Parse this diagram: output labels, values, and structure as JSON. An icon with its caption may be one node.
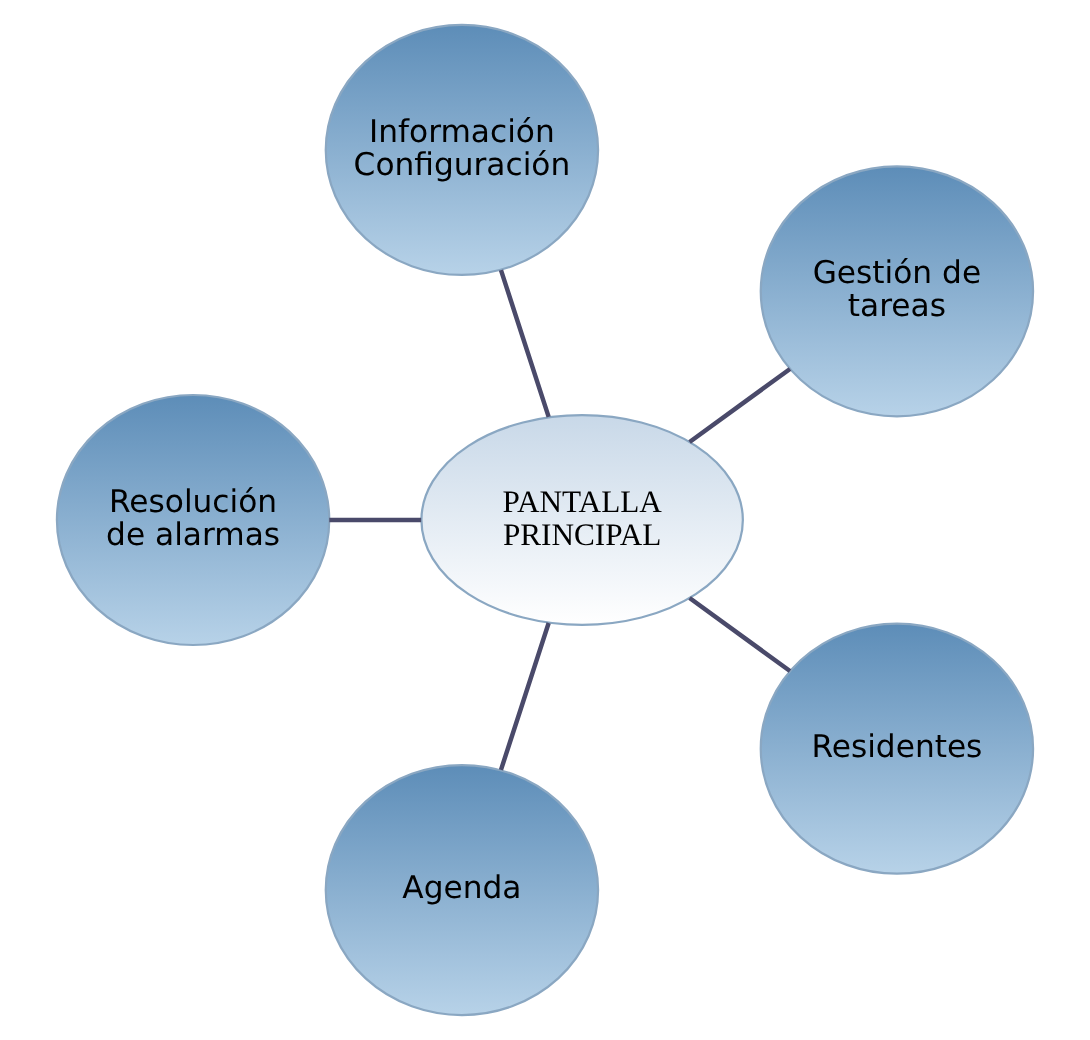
{
  "diagram": {
    "nodes": [
      {
        "text": [
          "Gestión de tareas"
        ]
      },
      {
        "text": [
          "Información Configuración"
        ]
      },
      {
        "text": [
          "PANTALLA PRINCIPAL"
        ]
      },
      {
        "text": [
          "Resolución de alarmas"
        ]
      },
      {
        "text": [
          "Agenda"
        ]
      },
      {
        "text": [
          "Residentes"
        ]
      }
    ],
    "edges": [
      {
        "from": 2,
        "to": 0,
        "arrow": "none"
      },
      {
        "from": 2,
        "to": 3,
        "arrow": "none"
      },
      {
        "from": 2,
        "to": 5,
        "arrow": "none"
      },
      {
        "from": 2,
        "to": 4,
        "arrow": "none"
      },
      {
        "from": 2,
        "to": 1,
        "arrow": "none"
      }
    ]
  }
}
